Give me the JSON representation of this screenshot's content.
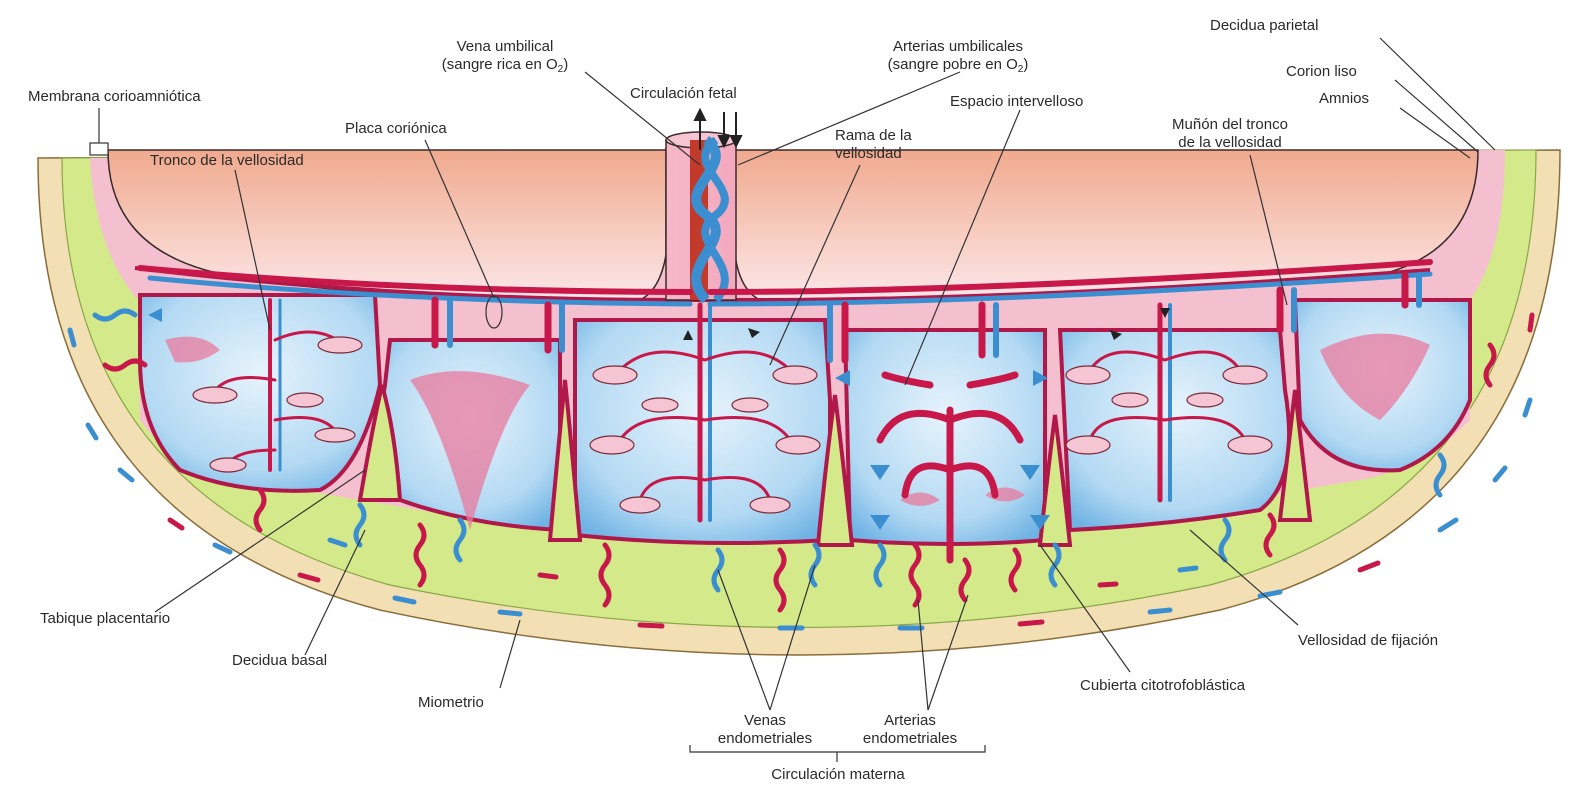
{
  "labels": {
    "decidua_parietal": "Decidua parietal",
    "vena_umbilical": "Vena umbilical",
    "vena_umbilical_sub_pre": "(sangre rica en O",
    "vena_umbilical_sub_post": ")",
    "arterias_umbilicales": "Arterias umbilicales",
    "arterias_umbilicales_sub_pre": "(sangre pobre en O",
    "arterias_umbilicales_sub_post": ")",
    "o2_subscript": "2",
    "corion_liso": "Corion liso",
    "membrana_corioamniotica": "Membrana corioamniótica",
    "circulacion_fetal": "Circulación fetal",
    "espacio_intervelloso": "Espacio intervelloso",
    "amnios": "Amnios",
    "placa_corionica": "Placa coriónica",
    "rama_vellosidad_1": "Rama de la",
    "rama_vellosidad_2": "vellosidad",
    "munon_1": "Muñón del tronco",
    "munon_2": "de la vellosidad",
    "tronco_vellosidad": "Tronco de la vellosidad",
    "tabique_placentario": "Tabique placentario",
    "decidua_basal": "Decidua basal",
    "miometrio": "Miometrio",
    "venas_endometriales_1": "Venas",
    "venas_endometriales_2": "endometriales",
    "arterias_endometriales_1": "Arterias",
    "arterias_endometriales_2": "endometriales",
    "circulacion_materna": "Circulación materna",
    "cubierta_citotrofoblastica": "Cubierta citotrofoblástica",
    "vellosidad_fijacion": "Vellosidad de fijación"
  },
  "colors": {
    "myometrium": "#f3dfb4",
    "decidua": "#d4e98a",
    "chorion": "#f2b8c8",
    "amniotic_top": "#f0b49a",
    "amniotic_bottom": "#fbe3e8",
    "intervillous": "#a9d2f0",
    "artery": "#c8184a",
    "vein": "#3b8fd0",
    "leader": "#333333"
  }
}
